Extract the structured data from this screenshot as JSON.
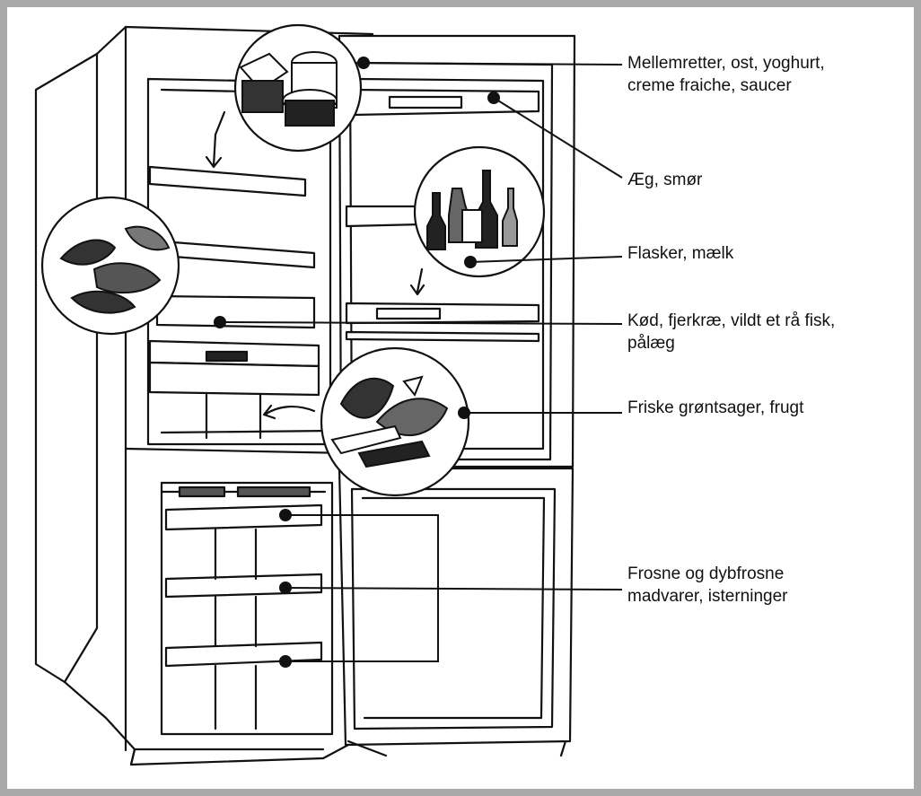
{
  "labels": {
    "dairy": {
      "line1": "Mellemretter, ost, yoghurt,",
      "line2": "creme fraiche, saucer"
    },
    "eggs": {
      "line1": "Æg, smør"
    },
    "bottles": {
      "line1": "Flasker, mælk"
    },
    "meat": {
      "line1": "Kød, fjerkræ, vildt et rå fisk,",
      "line2": "pålæg"
    },
    "vegetables": {
      "line1": "Friske grøntsager, frugt"
    },
    "frozen": {
      "line1": "Frosne og dybfrosne",
      "line2": "madvarer, isterninger"
    }
  },
  "colors": {
    "frame": "#a9a9a9",
    "ink": "#111111",
    "background": "#ffffff"
  }
}
